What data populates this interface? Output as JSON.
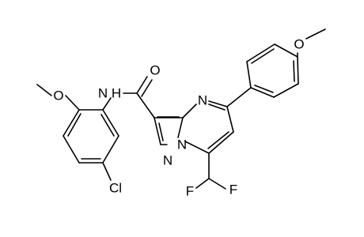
{
  "molecule": {
    "atom_labels": {
      "N_amide": "N",
      "H_amide": "H",
      "O_carbonyl": "O",
      "O_methoxy_left": "O",
      "Cl": "Cl",
      "N_pyrimidine": "N",
      "N_bridge": "N",
      "N_pyrazole": "N",
      "F_left": "F",
      "F_right": "F",
      "O_methoxy_right": "O"
    }
  }
}
